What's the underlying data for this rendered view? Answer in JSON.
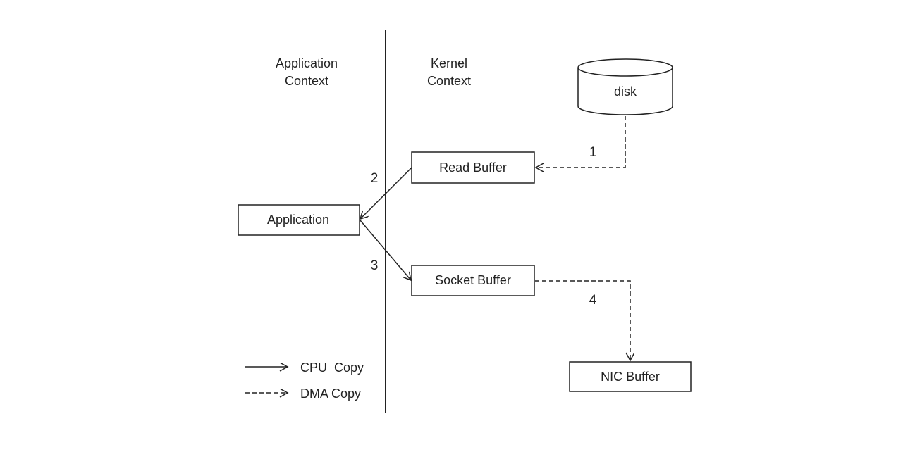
{
  "contexts": {
    "application": [
      "Application",
      "Context"
    ],
    "kernel": [
      "Kernel",
      "Context"
    ]
  },
  "nodes": {
    "disk": "disk",
    "read_buffer": "Read Buffer",
    "application": "Application",
    "socket_buffer": "Socket Buffer",
    "nic_buffer": "NIC Buffer"
  },
  "steps": [
    "1",
    "2",
    "3",
    "4"
  ],
  "legend": {
    "cpu_copy": "CPU  Copy",
    "dma_copy": "DMA Copy"
  },
  "colors": {
    "stroke": "#222222",
    "text": "#222222",
    "background": "#ffffff"
  }
}
